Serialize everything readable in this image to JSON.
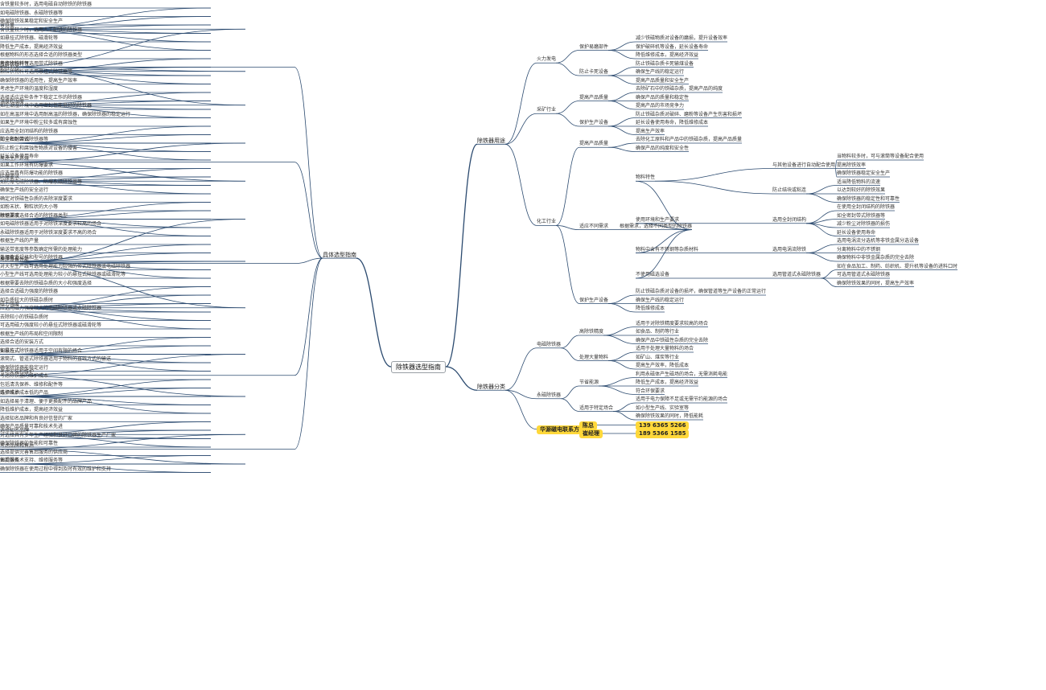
{
  "root": "除铁器选型指南",
  "colors": {
    "line": "#2b4a6f",
    "text": "#333333",
    "contact_bg": "#ffd83a"
  },
  "left": [
    {
      "label": "具体选型指南",
      "children": [
        {
          "label": "考虑物料特性",
          "children": [
            {
              "label": "含铁量",
              "children": [
                {
                  "label": "含铁量较多时，选用电磁自动除铁的除铁器"
                },
                {
                  "label": "如电磁除铁器、永磁除铁器等"
                },
                {
                  "label": "确保除铁效果稳定和安全生产"
                },
                {
                  "label": "含铁量较少时，选用人工卸铁的除铁器"
                },
                {
                  "label": "如悬挂式除铁器、磁滑轮等"
                },
                {
                  "label": "降低生产成本，提高经济效益"
                }
              ]
            },
            {
              "label": "物料形态",
              "children": [
                {
                  "label": "根据物料的形态选择合适的除铁器类型"
                },
                {
                  "label": "粉粒状物料可选用带式除铁器"
                },
                {
                  "label": "颗粒状物料可选用悬挂式除铁器等"
                },
                {
                  "label": "确保除铁器的适用性，提高生产效率"
                }
              ]
            },
            {
              "label": "温度和湿度",
              "children": [
                {
                  "label": "考虑生产环境的温度和湿度"
                },
                {
                  "label": "选择适应这些条件下稳定工作的除铁器"
                },
                {
                  "label": "如在潮湿环境中选用密封性能良好的除铁器"
                },
                {
                  "label": "如在高温环境中选用耐高温的除铁器，确保除铁器的稳定运行"
                }
              ]
            }
          ]
        },
        {
          "label": "考虑生产环境",
          "children": [
            {
              "label": "防尘和耐腐蚀",
              "children": [
                {
                  "label": "如果生产环境中粉尘较多或有腐蚀性"
                },
                {
                  "label": "应选用全封闭结构的除铁器"
                },
                {
                  "label": "如全密封带式除铁器等"
                },
                {
                  "label": "防止粉尘和腐蚀性物质对设备的侵害"
                },
                {
                  "label": "延长设备使用寿命"
                }
              ]
            },
            {
              "label": "防爆要求",
              "children": [
                {
                  "label": "如果工作环境有防爆要求"
                },
                {
                  "label": "应选用具有防爆功能的除铁器"
                },
                {
                  "label": "如防爆电磁除铁器、防爆永磁除铁器等"
                },
                {
                  "label": "确保生产线的安全运行"
                }
              ]
            }
          ]
        },
        {
          "label": "考虑设备性能",
          "children": [
            {
              "label": "除铁深度",
              "children": [
                {
                  "label": "确定对铁磁性杂质的去除深度要求"
                },
                {
                  "label": "如粉末状、颗粒状的大小等"
                },
                {
                  "label": "根据要求选择合适的除铁器类型"
                },
                {
                  "label": "如电磁除铁器适用于对除铁深度要求较高的场合"
                },
                {
                  "label": "永磁除铁器适用于对除铁深度要求不高的场合"
                }
              ]
            },
            {
              "label": "处理能力",
              "children": [
                {
                  "label": "根据生产线的产量"
                },
                {
                  "label": "输送带宽度等参数确定所需的处理能力"
                },
                {
                  "label": "选择合适规格和型号的除铁器"
                },
                {
                  "label": "对大型生产线可选用处理能力较强的带式除铁器或电磁除铁器"
                },
                {
                  "label": "小型生产线可选用处理能力较小的悬挂式除铁器或磁滑轮等"
                }
              ]
            },
            {
              "label": "磁力强度",
              "children": [
                {
                  "label": "根据需要去除的铁磁杂质的大小和强度选择"
                },
                {
                  "label": "选择合适磁力强度的除铁器"
                },
                {
                  "label": "如杂质较大的铁磁杂质时"
                },
                {
                  "label": "应选用磁力强度较大的电磁除铁器或永磁除铁器"
                },
                {
                  "label": "去除较小的铁磁杂质时"
                },
                {
                  "label": "可选用磁力强度较小的悬挂式除铁器或磁滑轮等"
                }
              ]
            }
          ]
        },
        {
          "label": "考虑安装和维护",
          "children": [
            {
              "label": "安装方式",
              "children": [
                {
                  "label": "根据生产线的布局和空间限制"
                },
                {
                  "label": "选择合适的安装方式"
                },
                {
                  "label": "如悬挂式除铁器适用于空间有限的场合"
                },
                {
                  "label": "滚筒式、管道式除铁器适用于物料的直线方式的输送"
                },
                {
                  "label": "确保除铁器能稳定运行"
                }
              ]
            },
            {
              "label": "维护成本",
              "children": [
                {
                  "label": "考虑除铁器的维护成本"
                },
                {
                  "label": "包括清洗保养、维修和配件等"
                },
                {
                  "label": "选择维护成本低的产品"
                },
                {
                  "label": "如选择易于清理、便于更换配件的品牌产品"
                },
                {
                  "label": "降低维护成本，提高经济效益"
                }
              ]
            }
          ]
        },
        {
          "label": "考虑品牌和售后",
          "children": [
            {
              "label": "选择知名品牌",
              "children": [
                {
                  "label": "选择知名品牌和有良好信誉的厂家"
                },
                {
                  "label": "确保产品质量可靠和技术先进"
                },
                {
                  "label": "对选择具有多年生产经验和良好口碑的除铁器生产厂家"
                },
                {
                  "label": "确保除铁器的性能和可靠性"
                }
              ]
            },
            {
              "label": "售后服务",
              "children": [
                {
                  "label": "选择提供完善售后服务的供应商"
                },
                {
                  "label": "如提供技术支持、维修服务等"
                },
                {
                  "label": "确保除铁器在使用过程中得到及时有效的维护和支持"
                }
              ]
            }
          ]
        }
      ]
    }
  ],
  "right": [
    {
      "label": "除铁器用途",
      "children": [
        {
          "label": "火力发电",
          "children": [
            {
              "label": "保护易磨部件",
              "children": [
                {
                  "label": "减少铁磁物质对设备的磨损，提升设备效率"
                },
                {
                  "label": "保护破碎机等设备，延长设备寿命"
                },
                {
                  "label": "降低维修成本，提高经济效益"
                }
              ]
            },
            {
              "label": "防止卡死设备",
              "children": [
                {
                  "label": "防止铁磁杂质卡死输煤设备"
                },
                {
                  "label": "确保生产线的稳定运行"
                },
                {
                  "label": "提高产品质量和安全生产"
                }
              ]
            }
          ]
        },
        {
          "label": "采矿行业",
          "children": [
            {
              "label": "提高产品质量",
              "children": [
                {
                  "label": "去除矿石中的铁磁杂质，提高产品的纯度"
                },
                {
                  "label": "确保产品的质量和稳定性"
                },
                {
                  "label": "提高产品的市场竞争力"
                }
              ]
            },
            {
              "label": "保护生产设备",
              "children": [
                {
                  "label": "防止铁磁杂质对破碎、磨粉等设备产生伤害和损坏"
                },
                {
                  "label": "延长设备使用寿命，降低维修成本"
                },
                {
                  "label": "提高生产效率"
                }
              ]
            }
          ]
        },
        {
          "label": "化工行业",
          "children": [
            {
              "label": "提高产品质量",
              "children": [
                {
                  "label": "去除化工原料和产品中的铁磁杂质，提高产品质量"
                },
                {
                  "label": "确保产品的纯度和安全性"
                }
              ]
            },
            {
              "label": "适应不同需求",
              "extra": "根据需求，选择不同类型的除铁器",
              "children": [
                {
                  "label": "物料特性",
                  "children": [
                    {
                      "label": "与其他设备进行自动配合使用",
                      "children": [
                        {
                          "label": "当物料较多时，可与滚筒等设备配合使用"
                        },
                        {
                          "label": "提高除铁效率"
                        },
                        {
                          "label": "确保除铁器稳定安全生产"
                        }
                      ]
                    },
                    {
                      "label": "防止结块或粘连",
                      "children": [
                        {
                          "label": "适当降低物料的流速"
                        },
                        {
                          "label": "以达到较好的除铁效果"
                        },
                        {
                          "label": "确保除铁器的稳定性和可靠性"
                        }
                      ]
                    }
                  ]
                },
                {
                  "label": "使用环境和生产要求",
                  "children": [
                    {
                      "label": "选用全封闭结构",
                      "children": [
                        {
                          "label": "在使用全封闭结构的除铁器"
                        },
                        {
                          "label": "如全密封带式除铁器等"
                        },
                        {
                          "label": "减少粉尘对除铁器的损伤"
                        },
                        {
                          "label": "延长设备使用寿命"
                        }
                      ]
                    }
                  ]
                },
                {
                  "label": "物料中含有不锈钢等杂质材料",
                  "children": [
                    {
                      "label": "选用电涡流除铁",
                      "children": [
                        {
                          "label": "选用电涡流分选机等非铁金属分选设备"
                        },
                        {
                          "label": "分离物料中的不锈钢"
                        },
                        {
                          "label": "确保物料中非铁金属杂质的完全去除"
                        }
                      ]
                    }
                  ]
                },
                {
                  "label": "不使用磁选设备",
                  "children": [
                    {
                      "label": "选用管道式永磁除铁器",
                      "children": [
                        {
                          "label": "如在食品加工、制药、纺织机、提升机等设备的进料口时"
                        },
                        {
                          "label": "可选用管道式永磁除铁器"
                        },
                        {
                          "label": "确保除铁效果的同时，提高生产效率"
                        }
                      ]
                    }
                  ]
                }
              ]
            },
            {
              "label": "保护生产设备",
              "children": [
                {
                  "label": "防止铁磁杂质对设备的损坏，确保管道等生产设备的正常运行"
                },
                {
                  "label": "确保生产线的稳定运行"
                },
                {
                  "label": "降低维修成本"
                }
              ]
            }
          ]
        }
      ]
    },
    {
      "label": "除铁器分类",
      "children": [
        {
          "label": "电磁除铁器",
          "children": [
            {
              "label": "高除铁精度",
              "children": [
                {
                  "label": "适用于对除铁精度要求较高的场合"
                },
                {
                  "label": "如食品、制药等行业"
                },
                {
                  "label": "确保产品中铁磁性杂质的完全去除"
                }
              ]
            },
            {
              "label": "处理大量物料",
              "children": [
                {
                  "label": "适用于处理大量物料的场合"
                },
                {
                  "label": "如矿山、煤炭等行业"
                },
                {
                  "label": "提高生产效率，降低成本"
                }
              ]
            }
          ]
        },
        {
          "label": "永磁除铁器",
          "children": [
            {
              "label": "节省能源",
              "children": [
                {
                  "label": "利用永磁体产生磁场的场合，无需消耗电能"
                },
                {
                  "label": "降低生产成本，提高经济效益"
                },
                {
                  "label": "符合环保要求"
                }
              ]
            },
            {
              "label": "适用于特定场合",
              "children": [
                {
                  "label": "适用于电力保障不足或无需节约能源的场合"
                },
                {
                  "label": "如小型生产线、实验室等"
                },
                {
                  "label": "确保除铁效果的同时，降低能耗"
                }
              ]
            }
          ]
        },
        {
          "label": "华源磁电联系方式",
          "kind": "contact",
          "children": [
            {
              "label": "陈总",
              "kind": "contact",
              "children": [
                {
                  "label": "139 6365 5266",
                  "kind": "contact"
                }
              ]
            },
            {
              "label": "崔经理",
              "kind": "contact",
              "children": [
                {
                  "label": "189 5366 1585",
                  "kind": "contact"
                }
              ]
            }
          ]
        }
      ]
    }
  ]
}
